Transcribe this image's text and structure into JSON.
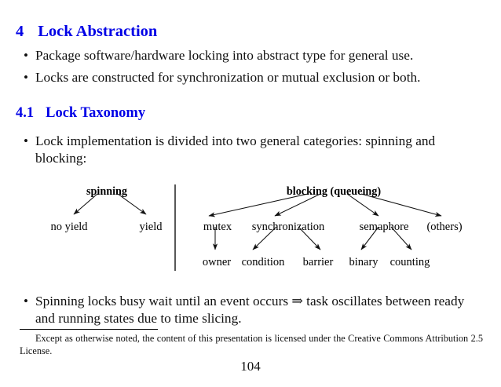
{
  "slide": {
    "section": {
      "number": "4",
      "title": "Lock Abstraction",
      "color": "#0000e6"
    },
    "subsection": {
      "number": "4.1",
      "title": "Lock Taxonomy",
      "color": "#0000e6"
    },
    "bullets": [
      {
        "marker": "•",
        "text": "Package software/hardware locking into abstract type for general use."
      },
      {
        "marker": "•",
        "text": "Locks are constructed for synchronization or mutual exclusion or both."
      },
      {
        "marker": "•",
        "text": "Lock implementation is divided into two general categories: spinning and blocking:"
      },
      {
        "marker": "•",
        "text": "Spinning locks busy wait until an event occurs ⇒ task oscillates between ready and running states due to time slicing."
      }
    ],
    "diagram": {
      "divider_label": "vertical-divider",
      "spinning_tree": {
        "root": "spinning",
        "children": [
          "no yield",
          "yield"
        ]
      },
      "blocking_tree": {
        "root": "blocking (queueing)",
        "children": [
          "mutex",
          "synchronization",
          "semaphore",
          "(others)"
        ],
        "grandchildren": [
          "owner",
          "condition",
          "barrier",
          "binary",
          "counting"
        ]
      }
    },
    "footnote": {
      "text": "Except as otherwise noted, the content of this presentation is licensed under the Creative Commons Attribution 2.5 License."
    },
    "page_number": "104"
  }
}
